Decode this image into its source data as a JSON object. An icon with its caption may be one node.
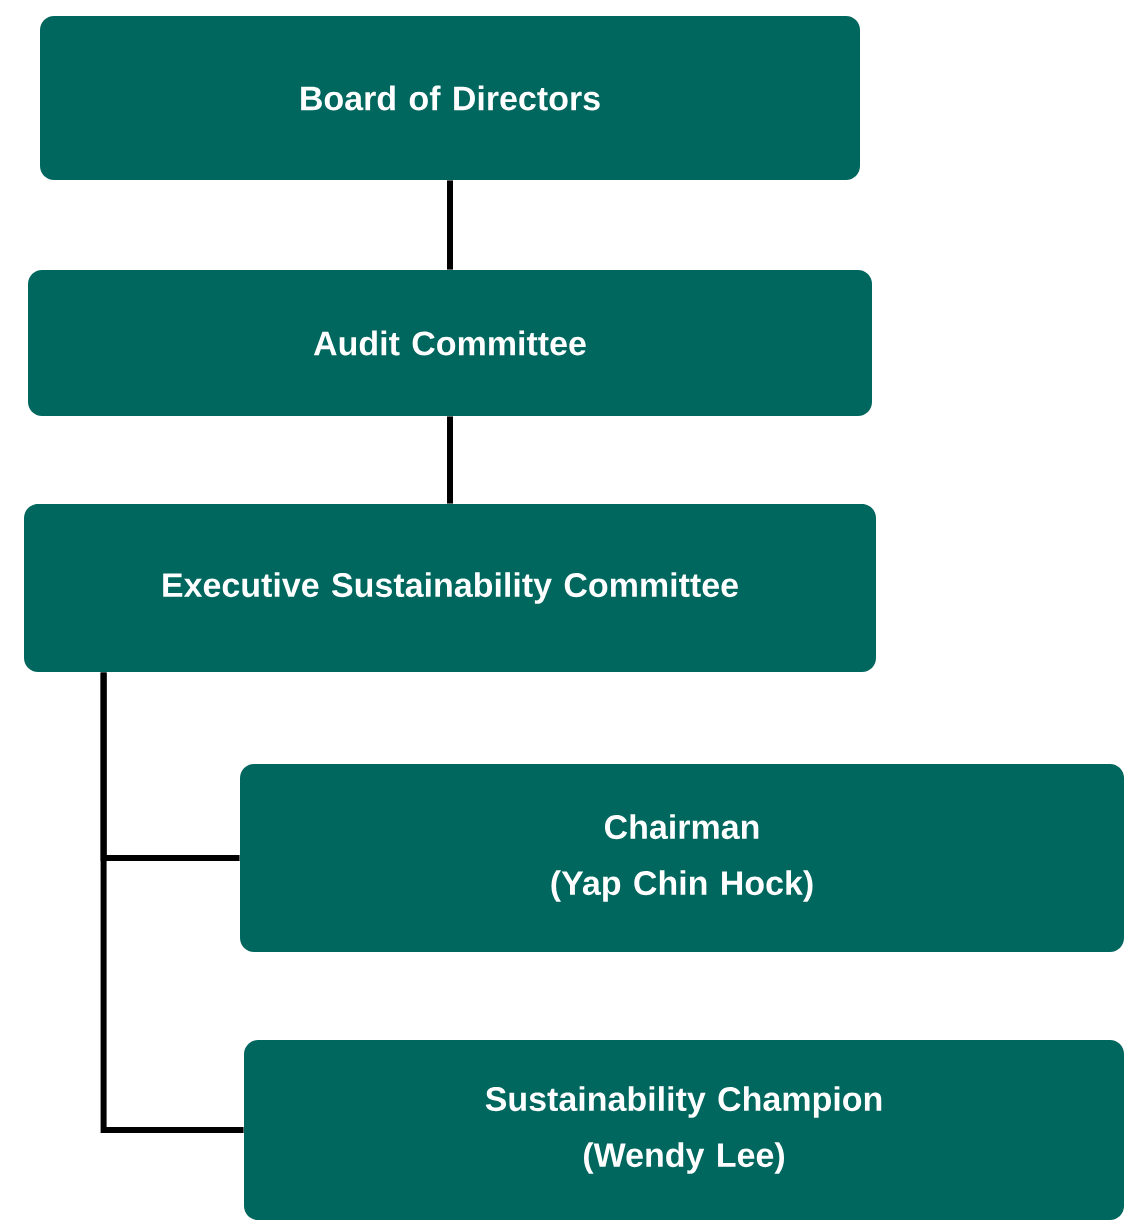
{
  "diagram": {
    "nodes": [
      {
        "text": [
          "Board of Directors"
        ]
      },
      {
        "text": [
          "Audit Committee"
        ]
      },
      {
        "text": [
          "Executive Sustainability Committee"
        ]
      },
      {
        "text": [
          "Chairman",
          "(Yap Chin Hock)"
        ]
      },
      {
        "text": [
          "Sustainability Champion",
          "(Wendy Lee)"
        ]
      }
    ],
    "edges": [
      {
        "from": 0,
        "to": 1,
        "arrow": "none"
      },
      {
        "from": 1,
        "to": 2,
        "arrow": "none"
      },
      {
        "from": 2,
        "to": 3,
        "arrow": "none"
      },
      {
        "from": 2,
        "to": 4,
        "arrow": "none"
      }
    ]
  }
}
